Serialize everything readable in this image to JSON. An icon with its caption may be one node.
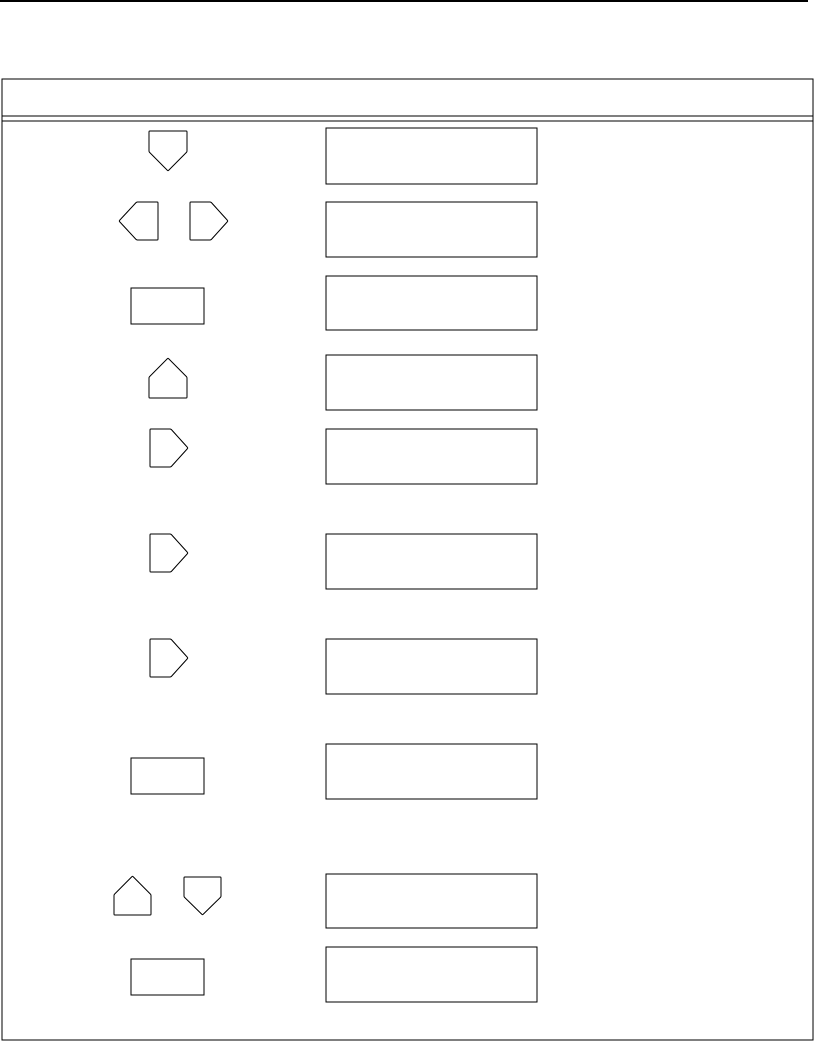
{
  "diagram": {
    "nodes": [
      {
        "text": [],
        "shape": "pentagon"
      },
      {
        "text": [],
        "shape": "box"
      },
      {
        "text": [],
        "shape": "pentagon"
      },
      {
        "text": [],
        "shape": "pentagon"
      },
      {
        "text": [],
        "shape": "box"
      },
      {
        "text": [],
        "shape": "box"
      },
      {
        "text": [],
        "shape": "box"
      },
      {
        "text": [],
        "shape": "pentagon"
      },
      {
        "text": [],
        "shape": "box"
      },
      {
        "text": [],
        "shape": "pentagon"
      },
      {
        "text": [],
        "shape": "box"
      },
      {
        "text": [],
        "shape": "pentagon"
      },
      {
        "text": [],
        "shape": "box"
      },
      {
        "text": [],
        "shape": "pentagon"
      },
      {
        "text": [],
        "shape": "box"
      },
      {
        "text": [],
        "shape": "box"
      },
      {
        "text": [],
        "shape": "box"
      },
      {
        "text": [],
        "shape": "pentagon"
      },
      {
        "text": [],
        "shape": "pentagon"
      },
      {
        "text": [],
        "shape": "box"
      },
      {
        "text": [],
        "shape": "box"
      },
      {
        "text": [],
        "shape": "box"
      }
    ]
  }
}
